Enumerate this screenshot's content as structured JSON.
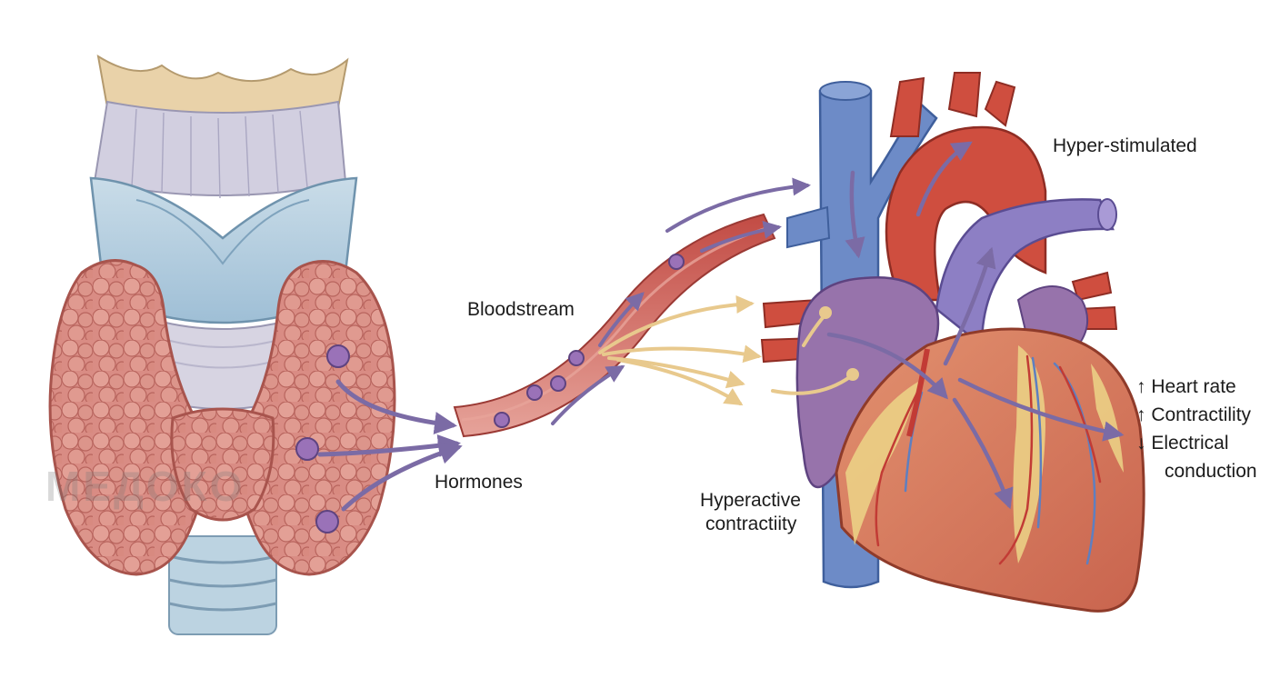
{
  "labels": {
    "bloodstream": "Bloodstream",
    "hormones": "Hormones",
    "hyper_stimulated": "Hyper-stimulated",
    "hyperactive_line1": "Hyperactive",
    "hyperactive_line2": "contractiity"
  },
  "effects": {
    "heart_rate": "↑ Heart rate",
    "contractility": "↑ Contractility",
    "electrical_line1": "↓ Electrical",
    "electrical_line2": "conduction"
  },
  "watermark": "МЕДОКО",
  "colors": {
    "hormone_arrow": "#7b6ba5",
    "hormone_particle": "#9a72b8",
    "vessel": "#b8433f",
    "thyroid": "#d98c84",
    "cartilage": "#a9c8dc",
    "heart_muscle": "#d97b5f",
    "aorta": "#cf4e3f",
    "vena_cava": "#6d8bc7",
    "pulmonary": "#8d7fc4",
    "fat": "#ecd587"
  },
  "icons": [
    "up-arrow-icon",
    "down-arrow-icon"
  ]
}
